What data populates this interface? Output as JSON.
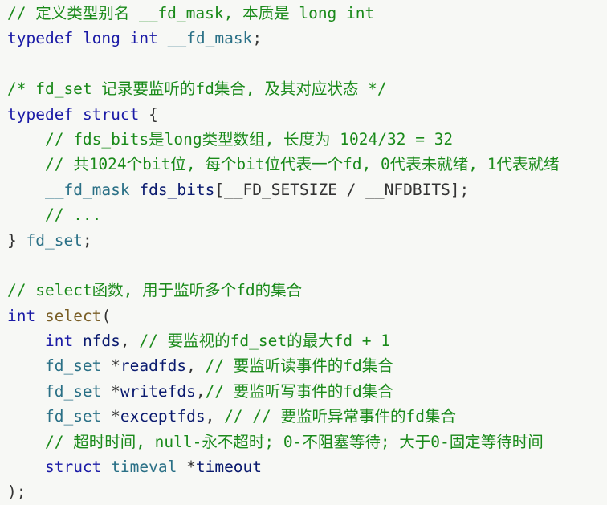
{
  "code": {
    "lines": [
      {
        "tokens": [
          {
            "t": "cm",
            "v": "// 定义类型别名 __fd_mask, 本质是 long int"
          }
        ]
      },
      {
        "tokens": [
          {
            "t": "kw",
            "v": "typedef"
          },
          {
            "t": "punc",
            "v": " "
          },
          {
            "t": "kw",
            "v": "long"
          },
          {
            "t": "punc",
            "v": " "
          },
          {
            "t": "kw",
            "v": "int"
          },
          {
            "t": "punc",
            "v": " "
          },
          {
            "t": "type",
            "v": "__fd_mask"
          },
          {
            "t": "punc",
            "v": ";"
          }
        ]
      },
      {
        "tokens": []
      },
      {
        "tokens": [
          {
            "t": "cm",
            "v": "/* fd_set 记录要监听的fd集合, 及其对应状态 */"
          }
        ]
      },
      {
        "tokens": [
          {
            "t": "kw",
            "v": "typedef"
          },
          {
            "t": "punc",
            "v": " "
          },
          {
            "t": "kw",
            "v": "struct"
          },
          {
            "t": "punc",
            "v": " {"
          }
        ]
      },
      {
        "tokens": [
          {
            "t": "punc",
            "v": "    "
          },
          {
            "t": "cm",
            "v": "// fds_bits是long类型数组, 长度为 1024/32 = 32"
          }
        ]
      },
      {
        "tokens": [
          {
            "t": "punc",
            "v": "    "
          },
          {
            "t": "cm",
            "v": "// 共1024个bit位, 每个bit位代表一个fd, 0代表未就绪, 1代表就绪"
          }
        ]
      },
      {
        "tokens": [
          {
            "t": "punc",
            "v": "    "
          },
          {
            "t": "type",
            "v": "__fd_mask"
          },
          {
            "t": "punc",
            "v": " "
          },
          {
            "t": "ident",
            "v": "fds_bits"
          },
          {
            "t": "punc",
            "v": "[__FD_SETSIZE / __NFDBITS];"
          }
        ]
      },
      {
        "tokens": [
          {
            "t": "punc",
            "v": "    "
          },
          {
            "t": "cm",
            "v": "// ..."
          }
        ]
      },
      {
        "tokens": [
          {
            "t": "punc",
            "v": "} "
          },
          {
            "t": "type",
            "v": "fd_set"
          },
          {
            "t": "punc",
            "v": ";"
          }
        ]
      },
      {
        "tokens": []
      },
      {
        "tokens": [
          {
            "t": "cm",
            "v": "// select函数, 用于监听多个fd的集合"
          }
        ]
      },
      {
        "tokens": [
          {
            "t": "kw",
            "v": "int"
          },
          {
            "t": "punc",
            "v": " "
          },
          {
            "t": "fn",
            "v": "select"
          },
          {
            "t": "punc",
            "v": "("
          }
        ]
      },
      {
        "tokens": [
          {
            "t": "punc",
            "v": "    "
          },
          {
            "t": "kw",
            "v": "int"
          },
          {
            "t": "punc",
            "v": " "
          },
          {
            "t": "ident",
            "v": "nfds"
          },
          {
            "t": "punc",
            "v": ", "
          },
          {
            "t": "cm",
            "v": "// 要监视的fd_set的最大fd + 1"
          }
        ]
      },
      {
        "tokens": [
          {
            "t": "punc",
            "v": "    "
          },
          {
            "t": "type",
            "v": "fd_set"
          },
          {
            "t": "punc",
            "v": " *"
          },
          {
            "t": "ident",
            "v": "readfds"
          },
          {
            "t": "punc",
            "v": ", "
          },
          {
            "t": "cm",
            "v": "// 要监听读事件的fd集合"
          }
        ]
      },
      {
        "tokens": [
          {
            "t": "punc",
            "v": "    "
          },
          {
            "t": "type",
            "v": "fd_set"
          },
          {
            "t": "punc",
            "v": " *"
          },
          {
            "t": "ident",
            "v": "writefds"
          },
          {
            "t": "punc",
            "v": ","
          },
          {
            "t": "cm",
            "v": "// 要监听写事件的fd集合"
          }
        ]
      },
      {
        "tokens": [
          {
            "t": "punc",
            "v": "    "
          },
          {
            "t": "type",
            "v": "fd_set"
          },
          {
            "t": "punc",
            "v": " *"
          },
          {
            "t": "ident",
            "v": "exceptfds"
          },
          {
            "t": "punc",
            "v": ", "
          },
          {
            "t": "cm",
            "v": "// // 要监听异常事件的fd集合"
          }
        ]
      },
      {
        "tokens": [
          {
            "t": "punc",
            "v": "    "
          },
          {
            "t": "cm",
            "v": "// 超时时间, null-永不超时; 0-不阻塞等待; 大于0-固定等待时间"
          }
        ]
      },
      {
        "tokens": [
          {
            "t": "punc",
            "v": "    "
          },
          {
            "t": "kw",
            "v": "struct"
          },
          {
            "t": "punc",
            "v": " "
          },
          {
            "t": "type",
            "v": "timeval"
          },
          {
            "t": "punc",
            "v": " *"
          },
          {
            "t": "ident",
            "v": "timeout"
          }
        ]
      },
      {
        "tokens": [
          {
            "t": "punc",
            "v": ");"
          }
        ]
      }
    ]
  },
  "colors": {
    "background": "#f7f8f5",
    "keyword": "#1a1aa6",
    "type": "#2a7086",
    "function": "#795e26",
    "identifier": "#0a1a6e",
    "comment": "#1a8a1a",
    "punctuation": "#333333"
  }
}
